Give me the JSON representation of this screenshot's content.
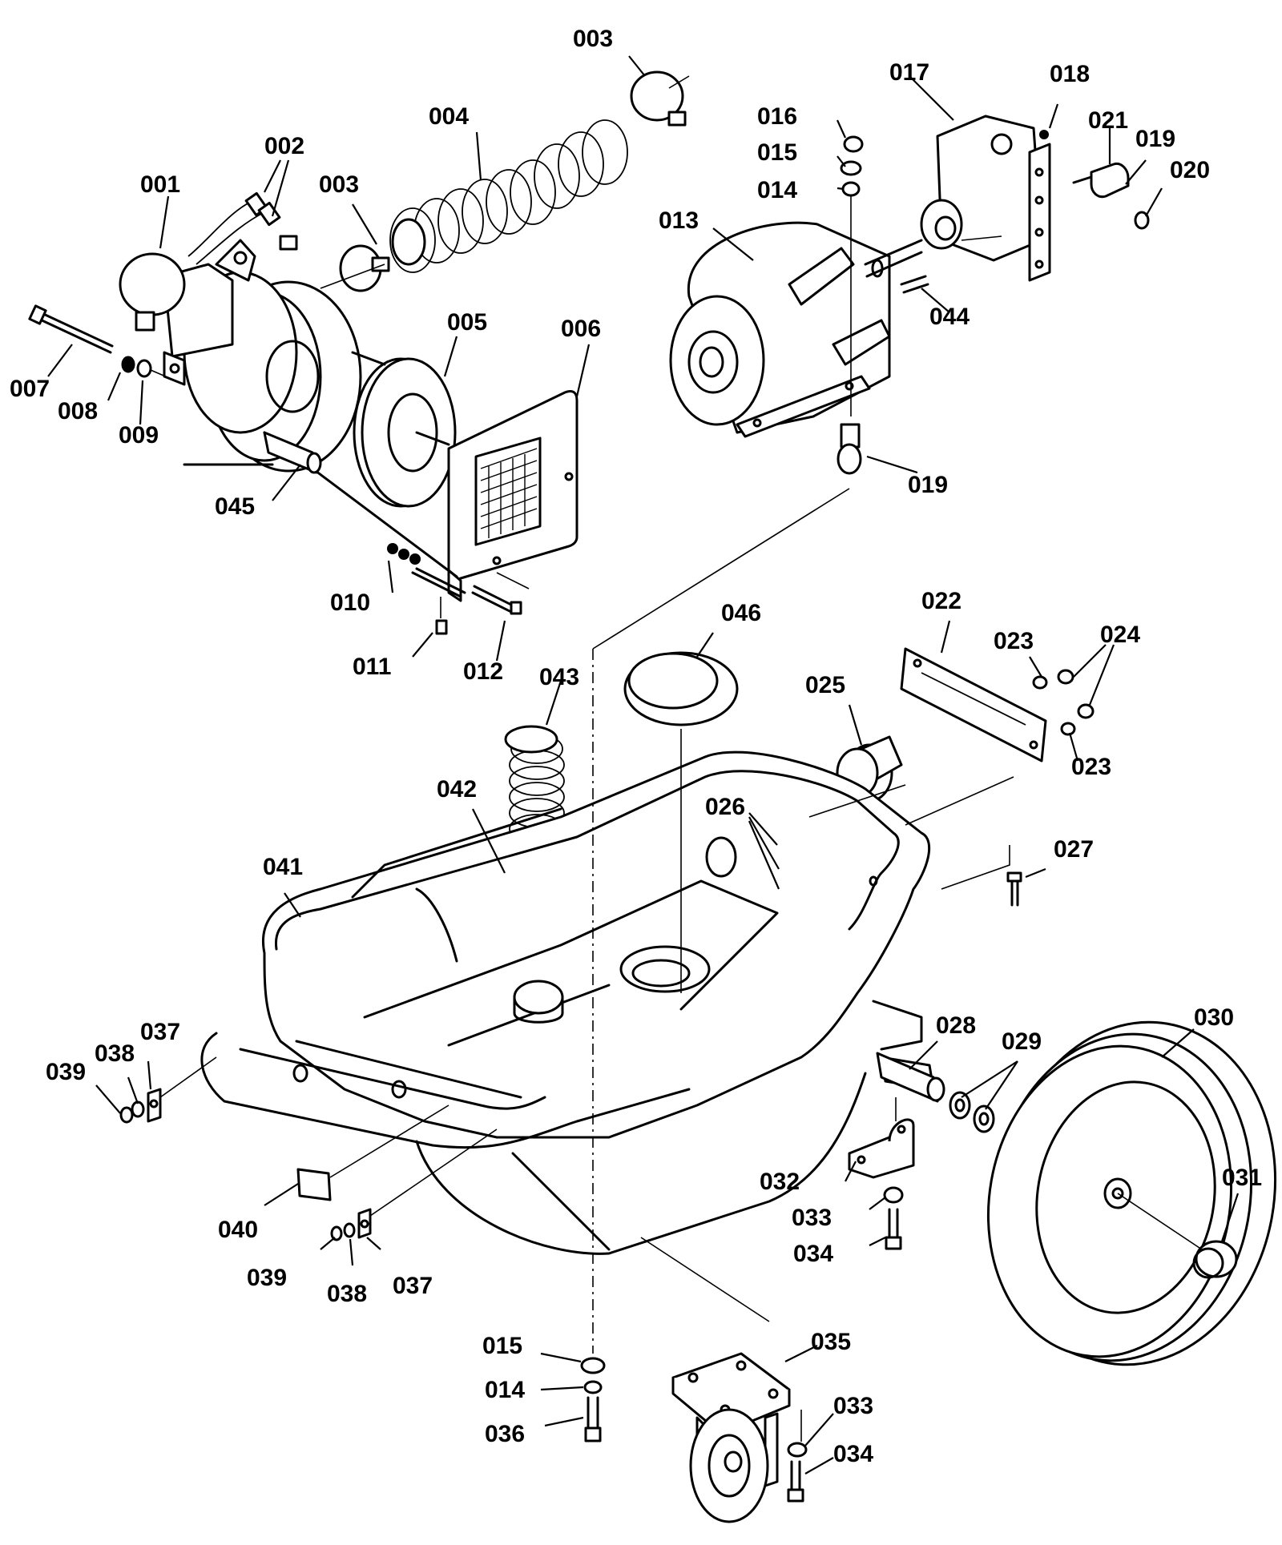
{
  "callouts": [
    "001",
    "002",
    "003",
    "004",
    "003",
    "005",
    "006",
    "007",
    "008",
    "009",
    "045",
    "010",
    "011",
    "012",
    "016",
    "015",
    "014",
    "013",
    "017",
    "018",
    "021",
    "019",
    "020",
    "044",
    "019",
    "046",
    "043",
    "025",
    "022",
    "023",
    "024",
    "023",
    "026",
    "042",
    "041",
    "027",
    "037",
    "038",
    "039",
    "028",
    "029",
    "030",
    "031",
    "032",
    "033",
    "034",
    "040",
    "039",
    "038",
    "037",
    "015",
    "014",
    "036",
    "035",
    "033",
    "034"
  ]
}
